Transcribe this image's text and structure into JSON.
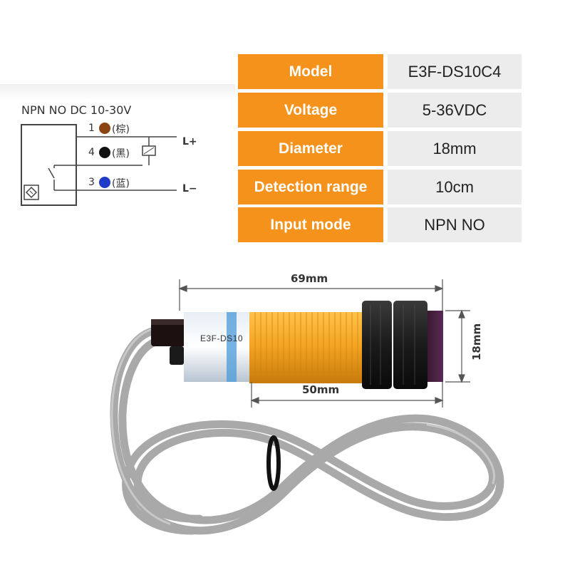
{
  "wiring": {
    "title": "NPN NO  DC 10-30V",
    "pins": [
      {
        "label": "1",
        "color_text": "(棕)",
        "dot_color": "#8b4513"
      },
      {
        "label": "4",
        "color_text": "(黑)",
        "dot_color": "#111111"
      },
      {
        "label": "3",
        "color_text": "(蓝)",
        "dot_color": "#1e3cc8"
      }
    ],
    "terminals": {
      "positive": "L+",
      "negative": "L−"
    }
  },
  "specs": [
    {
      "label": "Model",
      "value": "E3F-DS10C4"
    },
    {
      "label": "Voltage",
      "value": "5-36VDC"
    },
    {
      "label": "Diameter",
      "value": "18mm"
    },
    {
      "label": "Detection range",
      "value": "10cm"
    },
    {
      "label": "Input mode",
      "value": "NPN NO"
    }
  ],
  "dimensions": {
    "total_length": "69mm",
    "thread_length": "50mm",
    "diameter": "18mm"
  },
  "sensor_label": "E3F-DS10",
  "colors": {
    "accent": "#f4921c",
    "value_bg": "#ececec",
    "sensor_body": "#f5a623",
    "cable": "#a9a9a9"
  }
}
